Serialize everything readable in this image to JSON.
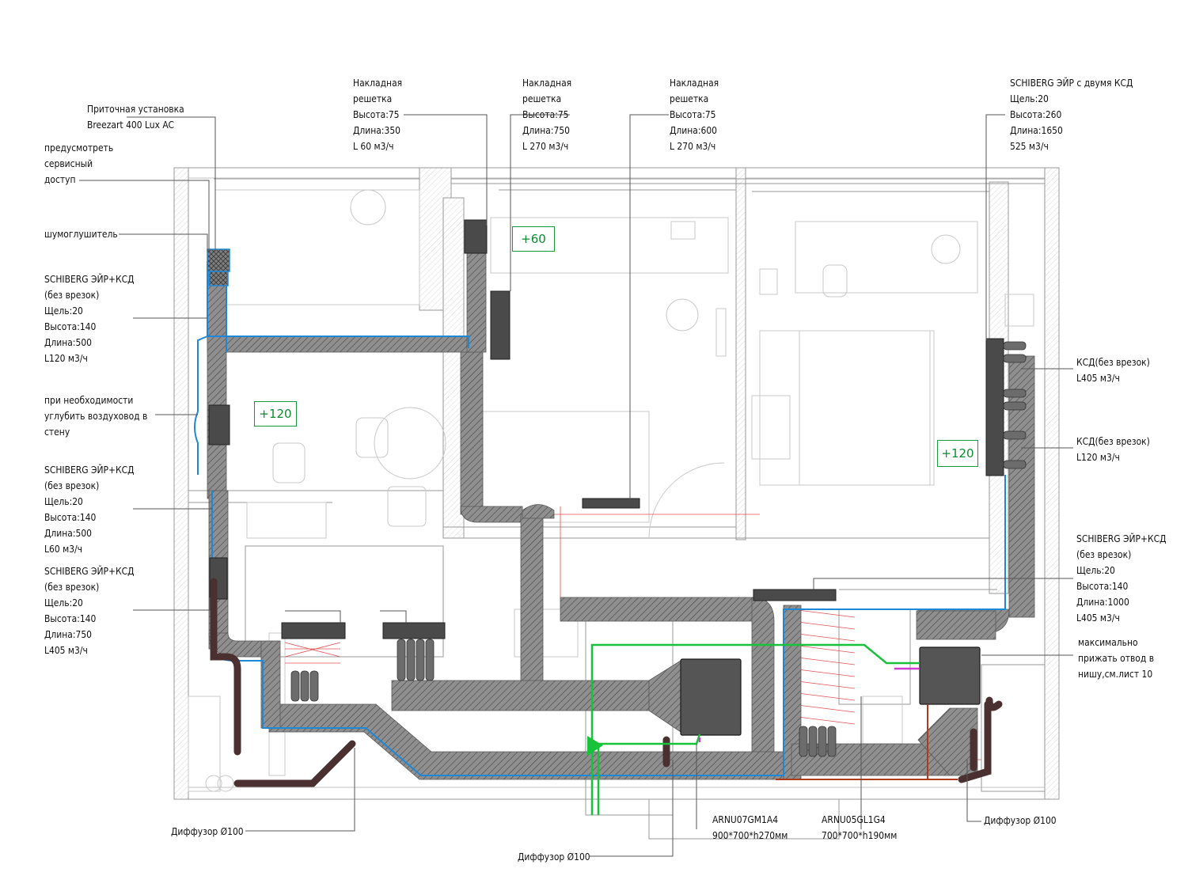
{
  "labels": {
    "supply_unit": "Приточная установка\nBreezart 400 Lux AC",
    "service_access": "предусмотреть\nсервисный\nдоступ",
    "silencer": "шумоглушитель",
    "grille_1": "Накладная\nрешетка\nВысота:75\nДлина:350\nL 60 м3/ч",
    "grille_2": "Накладная\nрешетка\nВысота:75\nДлина:750\nL 270 м3/ч",
    "grille_3": "Накладная\nрешетка\nВысота:75\nДлина:600\nL 270 м3/ч",
    "schiberg_ksd_top": "SCHIBERG ЭЙР с двумя КСД\nЩель:20\nВысота:260\nДлина:1650\n525 м3/ч",
    "schiberg_1": "SCHIBERG ЭЙР+КСД\n(без врезок)\nЩель:20\nВысота:140\nДлина:500\nL120 м3/ч",
    "deepen_duct": "при необходимости\nуглубить воздуховод в\nстену",
    "schiberg_2": "SCHIBERG ЭЙР+КСД\n(без врезок)\nЩель:20\nВысота:140\nДлина:500\nL60 м3/ч",
    "schiberg_3": "SCHIBERG ЭЙР+КСД\n(без врезок)\nЩель:20\nВысота:140\nДлина:750\nL405 м3/ч",
    "ksd_1": "КСД(без врезок)\nL405 м3/ч",
    "ksd_2": "КСД(без врезок)\nL120 м3/ч",
    "schiberg_4": "SCHIBERG ЭЙР+КСД\n(без врезок)\nЩель:20\nВысота:140\nДлина:1000\nL405 м3/ч",
    "press_bend": "максимально\nприжать отвод в\nнишу,см.лист 10",
    "unit_1": "ARNU07GM1A4\n900*700*h270мм",
    "unit_2": "ARNU05GL1G4\n700*700*h190мм",
    "diffuser_left": "Диффузор Ø100",
    "diffuser_center": "Диффузор Ø100",
    "diffuser_right": "Диффузор Ø100"
  },
  "level_tags": {
    "tag_60": "+60",
    "tag_120_left": "+120",
    "tag_120_right": "+120"
  },
  "colors": {
    "duct_fill": "#9a9a9a",
    "duct_dark": "#4a4a4a",
    "supply_outline": "#1e88d8",
    "freon_line": "#18c23a",
    "drain_line": "#b03a1a",
    "level_tag": "#1a9a3a"
  }
}
